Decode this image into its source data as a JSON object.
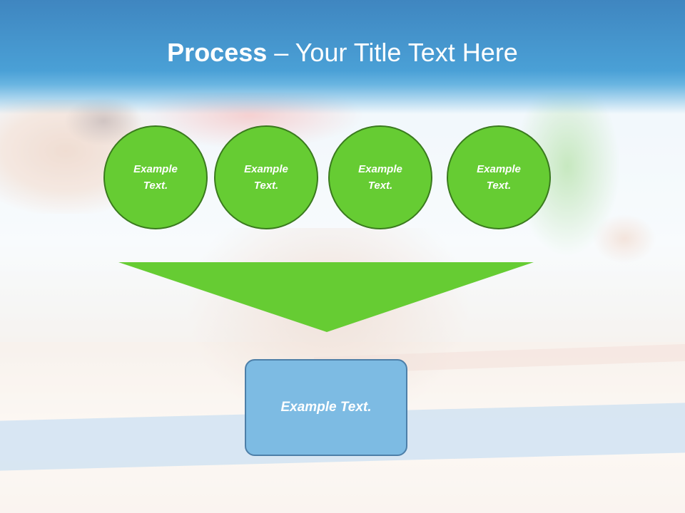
{
  "title": {
    "bold": "Process",
    "rest": " – Your Title Text Here"
  },
  "circles": [
    {
      "line1": "Example",
      "line2": "Text."
    },
    {
      "line1": "Example",
      "line2": "Text."
    },
    {
      "line1": "Example",
      "line2": "Text."
    },
    {
      "line1": "Example",
      "line2": "Text."
    }
  ],
  "result_box": {
    "text": "Example Text."
  },
  "colors": {
    "header_blue": "#4aa0d6",
    "circle_green": "#66cc33",
    "circle_border": "#3a7a1e",
    "box_blue": "#7dbbe3",
    "box_border": "#4d7fa8"
  }
}
